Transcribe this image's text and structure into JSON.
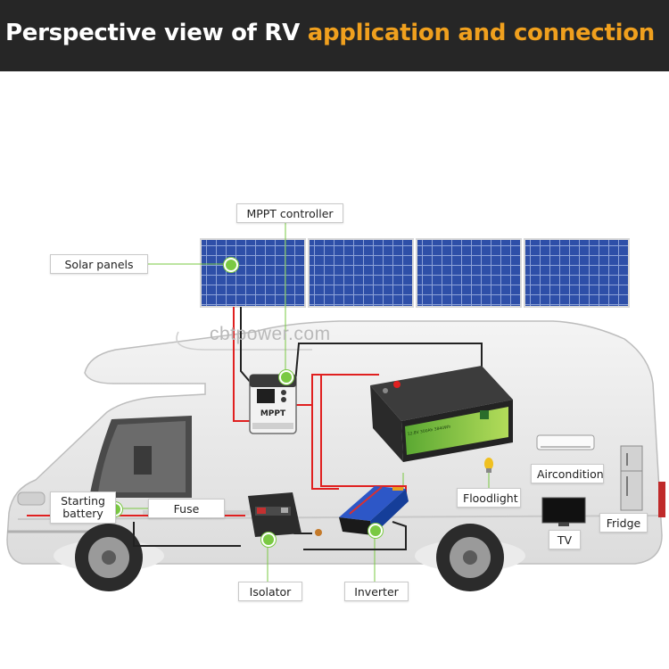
{
  "header": {
    "title_part1": "Perspective view of RV",
    "title_part2": "application and connection"
  },
  "watermark": "cbtpower.com",
  "labels": {
    "mppt_controller": "MPPT controller",
    "solar_panels": "Solar panels",
    "starting_battery_line1": "Starting",
    "starting_battery_line2": "battery",
    "fuse": "Fuse",
    "floodlight": "Floodlight",
    "aircondition": "Aircondition",
    "tv": "TV",
    "fridge": "Fridge",
    "isolator": "Isolator",
    "inverter": "Inverter"
  },
  "devices": {
    "mppt_face": "MPPT",
    "battery_label": "12.8V 300Ah 3840Wh"
  },
  "colors": {
    "header_bg": "#262626",
    "title_white": "#ffffff",
    "title_orange": "#f0a01e",
    "wire_red": "#e02020",
    "wire_black": "#222222",
    "indicator_green": "#7ac943",
    "panel_blue": "#2e4fa8",
    "battery_green": "#7bc043"
  }
}
